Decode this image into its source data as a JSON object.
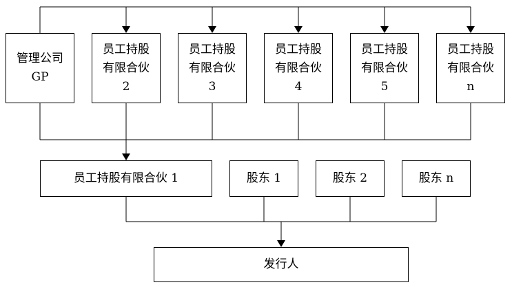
{
  "top_row": {
    "gp": {
      "line1": "管理公司",
      "line2": "GP"
    },
    "esop_2": {
      "line1": "员工持股",
      "line2": "有限合伙",
      "line3": "2"
    },
    "esop_3": {
      "line1": "员工持股",
      "line2": "有限合伙",
      "line3": "3"
    },
    "esop_4": {
      "line1": "员工持股",
      "line2": "有限合伙",
      "line3": "4"
    },
    "esop_5": {
      "line1": "员工持股",
      "line2": "有限合伙",
      "line3": "5"
    },
    "esop_n": {
      "line1": "员工持股",
      "line2": "有限合伙",
      "line3": "n"
    }
  },
  "middle_row": {
    "esop_1": "员工持股有限合伙 1",
    "shareholder_1": "股东 1",
    "shareholder_2": "股东 2",
    "shareholder_n": "股东 n"
  },
  "bottom_row": {
    "issuer": "发行人"
  }
}
